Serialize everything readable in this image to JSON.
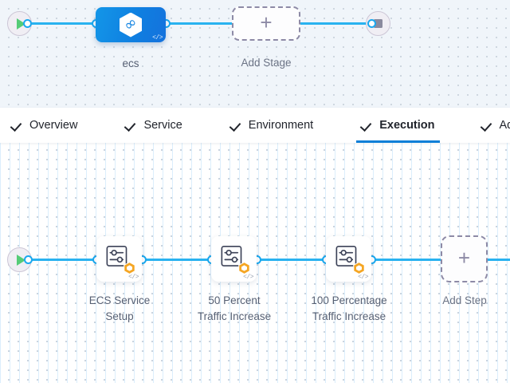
{
  "colors": {
    "wire": "#29b2f0",
    "accent_blue": "#0c7fd8",
    "stage_node": "#1085e3",
    "badge_orange": "#f5a623",
    "play_green": "#55cc77",
    "canvas_top_bg": "#f0f5fa",
    "canvas_bottom_bg": "#ffffff",
    "dashed_border": "#8d8aa6"
  },
  "stage_canvas": {
    "start_node": {
      "icon": "play-icon"
    },
    "end_node": {
      "icon": "stop-icon"
    },
    "stage": {
      "label": "ecs",
      "icon": "infinity-hexagon-icon",
      "code_badge": "</>"
    },
    "add_stage": {
      "label": "Add Stage",
      "icon": "plus-icon"
    }
  },
  "tabs": [
    {
      "label": "Overview",
      "icon": "check-icon",
      "active": false
    },
    {
      "label": "Service",
      "icon": "check-icon",
      "active": false
    },
    {
      "label": "Environment",
      "icon": "check-icon",
      "active": false
    },
    {
      "label": "Execution",
      "icon": "check-icon",
      "active": true
    },
    {
      "label": "Advance",
      "icon": "check-icon",
      "active": false
    }
  ],
  "step_canvas": {
    "start_node": {
      "icon": "play-icon"
    },
    "steps": [
      {
        "label_line1": "ECS Service",
        "label_line2": "Setup",
        "icon": "sliders-icon",
        "badge": "orange-hexagon-icon",
        "code_badge": "</>"
      },
      {
        "label_line1": "50 Percent",
        "label_line2": "Traffic Increase",
        "icon": "sliders-icon",
        "badge": "orange-hexagon-icon",
        "code_badge": "</>"
      },
      {
        "label_line1": "100 Percentage",
        "label_line2": "Traffic Increase",
        "icon": "sliders-icon",
        "badge": "orange-hexagon-icon",
        "code_badge": "</>"
      }
    ],
    "add_step": {
      "label": "Add Step",
      "icon": "plus-icon"
    }
  }
}
